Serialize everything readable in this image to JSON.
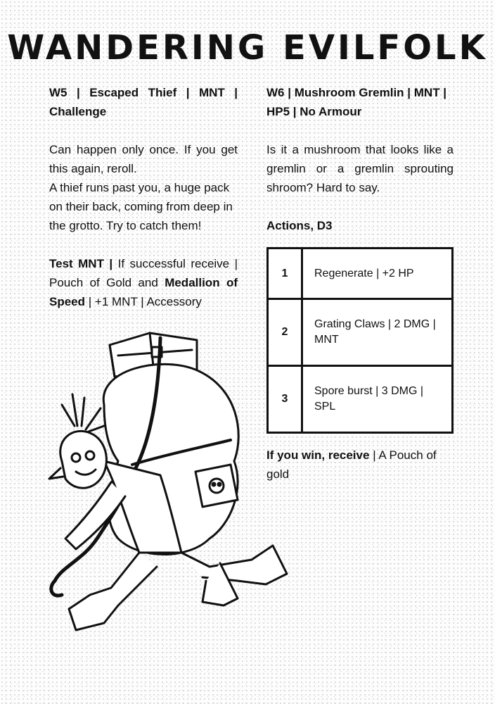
{
  "title": "WANDERING EVILFOLK",
  "left": {
    "heading": "W5 | Escaped Thief | MNT | Challenge",
    "description_1": "Can happen only once. If you get this again, reroll.",
    "description_2": "A thief runs past you, a huge pack on their back, coming from deep in the grotto. Try to catch them!",
    "test_label": "Test MNT |",
    "test_text_1": "If successful receive | Pouch of Gold and",
    "test_reward": "Medallion of Speed",
    "test_text_2": "| +1 MNT | Accessory"
  },
  "right": {
    "heading": "W6 | Mushroom Gremlin | MNT | HP5 | No Armour",
    "description": "Is it a mushroom that looks like a gremlin or a gremlin sprouting shroom? Hard to say.",
    "actions_title": "Actions, D3",
    "actions": [
      {
        "num": "1",
        "text": "Regenerate | +2 HP"
      },
      {
        "num": "2",
        "text": "Grating Claws | 2 DMG | MNT"
      },
      {
        "num": "3",
        "text": "Spore burst | 3 DMG | SPL"
      }
    ],
    "win_label": "If you win, receive",
    "win_text": "| A Pouch of gold"
  },
  "colors": {
    "ink": "#111111",
    "paper": "#fdfdfd"
  },
  "illustration": "thief-running-with-sack-icon"
}
